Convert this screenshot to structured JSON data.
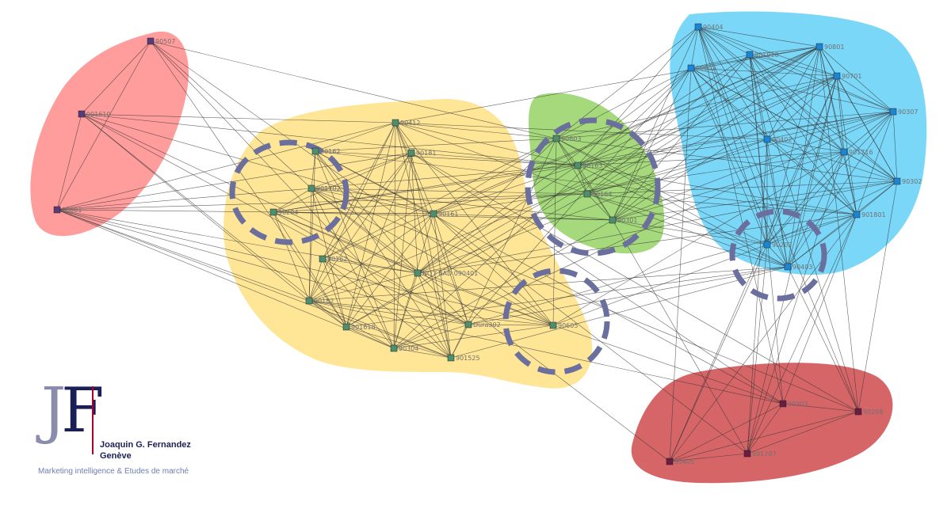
{
  "colors": {
    "cluster_red_light": "#ff7b7b",
    "cluster_yellow": "#ffd75e",
    "cluster_green": "#8fcf5a",
    "cluster_blue": "#22bdf3",
    "cluster_red_dark": "#c52428",
    "ring": "#6b6f9d",
    "ring_alt": "#8a8060",
    "edge": "#333333",
    "node_purple": "#5a3b7a",
    "node_green": "#4d8f6f",
    "node_blue": "#1a86d6",
    "node_maroon": "#6a1d3f"
  },
  "nodes": [
    {
      "id": "n1",
      "label": "90507",
      "cluster": "red_light"
    },
    {
      "id": "n2",
      "label": "901610",
      "cluster": "red_light"
    },
    {
      "id": "n3",
      "label": "90601",
      "cluster": "red_light"
    },
    {
      "id": "y1",
      "label": "90412",
      "cluster": "yellow"
    },
    {
      "id": "y2",
      "label": "90162",
      "cluster": "yellow"
    },
    {
      "id": "y3",
      "label": "90181",
      "cluster": "yellow"
    },
    {
      "id": "y4",
      "label": "901702",
      "cluster": "yellow"
    },
    {
      "id": "y5",
      "label": "90204",
      "cluster": "yellow"
    },
    {
      "id": "y6",
      "label": "90161",
      "cluster": "yellow"
    },
    {
      "id": "y7",
      "label": "90162",
      "cluster": "yellow"
    },
    {
      "id": "y8",
      "label": "NO / BAD 090401",
      "cluster": "yellow"
    },
    {
      "id": "y9",
      "label": "90182",
      "cluster": "yellow"
    },
    {
      "id": "y10",
      "label": "901618",
      "cluster": "yellow"
    },
    {
      "id": "y11",
      "label": "Dura302",
      "cluster": "yellow"
    },
    {
      "id": "y12",
      "label": "90304",
      "cluster": "yellow"
    },
    {
      "id": "y13",
      "label": "901525",
      "cluster": "yellow"
    },
    {
      "id": "y14",
      "label": "90605",
      "cluster": "yellow"
    },
    {
      "id": "g1",
      "label": "90603",
      "cluster": "green"
    },
    {
      "id": "g2",
      "label": "90163",
      "cluster": "green"
    },
    {
      "id": "g3",
      "label": "90164",
      "cluster": "green"
    },
    {
      "id": "g4",
      "label": "90301",
      "cluster": "green"
    },
    {
      "id": "b1",
      "label": "90404",
      "cluster": "blue"
    },
    {
      "id": "b2",
      "label": "901910",
      "cluster": "blue"
    },
    {
      "id": "b3",
      "label": "90801",
      "cluster": "blue"
    },
    {
      "id": "b4",
      "label": "90603",
      "cluster": "blue"
    },
    {
      "id": "b5",
      "label": "90701",
      "cluster": "blue"
    },
    {
      "id": "b6",
      "label": "90307",
      "cluster": "blue"
    },
    {
      "id": "b7",
      "label": "90402",
      "cluster": "blue"
    },
    {
      "id": "b8",
      "label": "901716",
      "cluster": "blue"
    },
    {
      "id": "b9",
      "label": "90302",
      "cluster": "blue"
    },
    {
      "id": "b10",
      "label": "901801",
      "cluster": "blue"
    },
    {
      "id": "b11",
      "label": "90202",
      "cluster": "blue"
    },
    {
      "id": "b12",
      "label": "90403",
      "cluster": "blue"
    },
    {
      "id": "r1",
      "label": "90303",
      "cluster": "red_dark"
    },
    {
      "id": "r2",
      "label": "90208",
      "cluster": "red_dark"
    },
    {
      "id": "r3",
      "label": "90405",
      "cluster": "red_dark"
    },
    {
      "id": "r4",
      "label": "901707",
      "cluster": "red_dark"
    }
  ],
  "logo": {
    "letters_j": "J",
    "letters_f": "F",
    "name": "Joaquin G. Fernandez",
    "city": "Genève",
    "tagline": "Marketing intelligence & Etudes de marché"
  }
}
